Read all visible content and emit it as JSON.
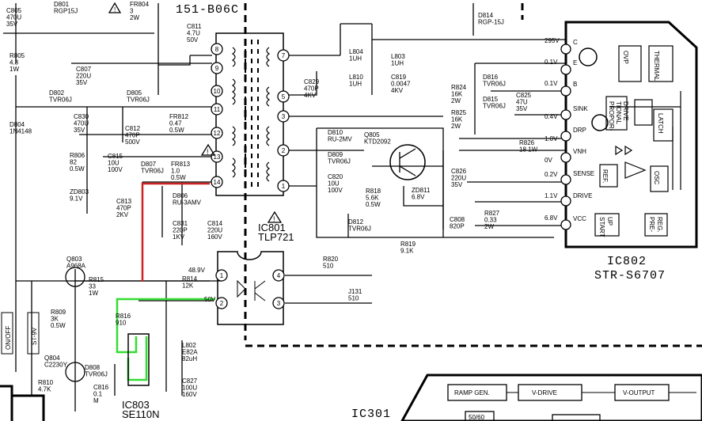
{
  "colors": {
    "line": "#000000",
    "red_trace": "#cc2222",
    "green_trace": "#33dd33",
    "background": "#ffffff"
  },
  "components": {
    "c805": [
      "C805",
      "470U",
      "35V"
    ],
    "d801": [
      "D801",
      "RGP15J"
    ],
    "fr804": [
      "FR804",
      "3",
      "2W"
    ],
    "t801": "151-B06C",
    "d814": [
      "D814",
      "RGP-15J"
    ],
    "r805": [
      "R805",
      "4.3",
      "1W"
    ],
    "c807": [
      "C807",
      "220U",
      "35V"
    ],
    "c811": [
      "C811",
      "4.7U",
      "50V"
    ],
    "d802": [
      "D802",
      "TVR06J"
    ],
    "d805": [
      "D805",
      "TVR06J"
    ],
    "fr812": [
      "FR812",
      "0.47",
      "0.5W"
    ],
    "c830": [
      "C830",
      "470U",
      "35V"
    ],
    "c812": [
      "C812",
      "470P",
      "500V"
    ],
    "d804": [
      "D804",
      "1N4148"
    ],
    "r806": [
      "R806",
      "82",
      "0.5W"
    ],
    "c815": [
      "C815",
      "10U",
      "100V"
    ],
    "d807": [
      "D807",
      "TVR06J"
    ],
    "fr813": [
      "FR813",
      "1.0",
      "0.5W"
    ],
    "zd803": [
      "ZD803",
      "9.1V"
    ],
    "c813": [
      "C813",
      "470P",
      "2KV"
    ],
    "d806": [
      "D806",
      "RU-3AMV"
    ],
    "c831": [
      "C831",
      "220P",
      "1KV"
    ],
    "c814": [
      "C814",
      "220U",
      "160V"
    ],
    "ic801": [
      "IC801",
      "TLP721"
    ],
    "q803": [
      "Q803",
      "A968A"
    ],
    "r815": [
      "R815",
      "33",
      "1W"
    ],
    "r814": [
      "R814",
      "12K"
    ],
    "v48": "48.9V",
    "v50": "50V",
    "r820": [
      "R820",
      "510"
    ],
    "j131": [
      "J131",
      "510"
    ],
    "r809": [
      "R809",
      "3K",
      "0.5W"
    ],
    "r816": [
      "R816",
      "910"
    ],
    "l802": [
      "L802",
      "E82A",
      "82uH"
    ],
    "q804": [
      "Q804",
      "C2230Y"
    ],
    "d808": [
      "D808",
      "TVR06J"
    ],
    "r810": [
      "R810",
      "4.7K"
    ],
    "c816": [
      "C816",
      "0.1",
      "M"
    ],
    "c827": [
      "C827",
      "100U",
      "160V"
    ],
    "ic803": [
      "IC803",
      "SE110N"
    ],
    "on_off": "ON/OFF",
    "st_9v": "ST-9V",
    "l804": [
      "L804",
      "1UH"
    ],
    "l803": [
      "L803",
      "1UH"
    ],
    "l810": [
      "L810",
      "1UH"
    ],
    "c819": [
      "C819",
      "0.0047",
      "4KV"
    ],
    "c829": [
      "C829",
      "470P",
      "4KV"
    ],
    "r824": [
      "R824",
      "16K",
      "2W"
    ],
    "r825": [
      "R825",
      "16K",
      "2W"
    ],
    "d816": [
      "D816",
      "TVR06J"
    ],
    "d815": [
      "D815",
      "TVR06J"
    ],
    "c825": [
      "C825",
      "47U",
      "35V"
    ],
    "r826": [
      "R826",
      "18 1W"
    ],
    "d810": [
      "D810",
      "RU-2MV"
    ],
    "q805": [
      "Q805",
      "KTD2092"
    ],
    "d809": [
      "D809",
      "TVR06J"
    ],
    "c820": [
      "C820",
      "10U",
      "100V"
    ],
    "r818": [
      "R818",
      "5.6K",
      "0.5W"
    ],
    "zd811": [
      "ZD811",
      "6.8V"
    ],
    "c826": [
      "C826",
      "220U",
      "35V"
    ],
    "d812": [
      "D812",
      "TVR06J"
    ],
    "c808": [
      "C808",
      "820P"
    ],
    "r819": [
      "R819",
      "9.1K"
    ],
    "r827": [
      "R827",
      "0.33",
      "2W"
    ],
    "ic802": [
      "IC802",
      "STR-S6707"
    ],
    "ic301": "IC301"
  },
  "ic802_pins": [
    "295V",
    "0.1V",
    "0.1V",
    "0.4V",
    "1.0V",
    "0V",
    "0.2V",
    "1.1V",
    "6.8V"
  ],
  "ic802_pin_names": [
    "C",
    "E",
    "B",
    "SINK",
    "DRP",
    "VNH",
    "SENSE",
    "DRIVE",
    "VCC"
  ],
  "ic802_blocks": {
    "ovp": "OVP",
    "thermal": "THERMAL",
    "prop_drive": [
      "PROPOR-",
      "TIONAL",
      "DRIVE"
    ],
    "latch": "LATCH",
    "ref": "REF.",
    "osc": "OSC",
    "start_up": [
      "START",
      "UP"
    ],
    "pre_reg": [
      "PRE-",
      "REG."
    ]
  },
  "ic301_blocks": [
    "RAMP GEN.",
    "V-DRIVE",
    "V-OUTPUT",
    "50/60"
  ],
  "transformer_pins_left": [
    "8",
    "9",
    "10",
    "11",
    "12",
    "13",
    "14"
  ],
  "transformer_pins_right": [
    "7",
    "5",
    "3",
    "2",
    "1"
  ],
  "ic801_pins": [
    "1",
    "2",
    "4",
    "3"
  ]
}
